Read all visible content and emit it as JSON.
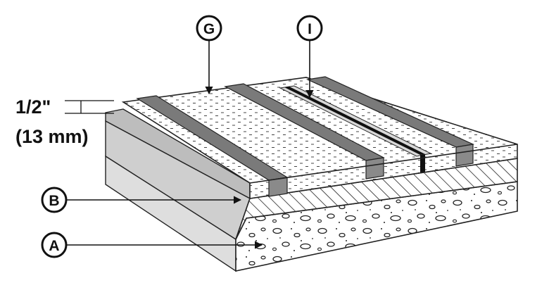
{
  "callouts": {
    "g": "G",
    "i": "I",
    "b": "B",
    "a": "A"
  },
  "dimension": {
    "imperial": "1/2\"",
    "metric": "(13 mm)"
  }
}
